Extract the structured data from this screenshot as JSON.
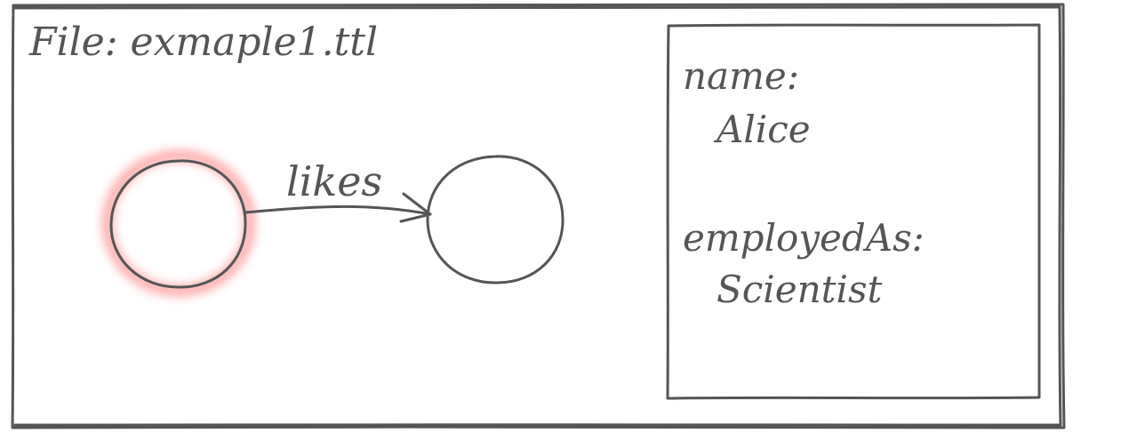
{
  "window": {
    "file_label": "File: exmaple1.ttl"
  },
  "graph": {
    "nodes": [
      {
        "id": "subject",
        "selected": true
      },
      {
        "id": "object",
        "selected": false
      }
    ],
    "edge": {
      "label": "likes"
    }
  },
  "properties": {
    "items": [
      {
        "key": "name:",
        "value": "Alice"
      },
      {
        "key": "employedAs:",
        "value": "Scientist"
      }
    ]
  },
  "colors": {
    "ink": "#555555",
    "selection_glow": "#ff6f6f",
    "background": "#ffffff"
  }
}
